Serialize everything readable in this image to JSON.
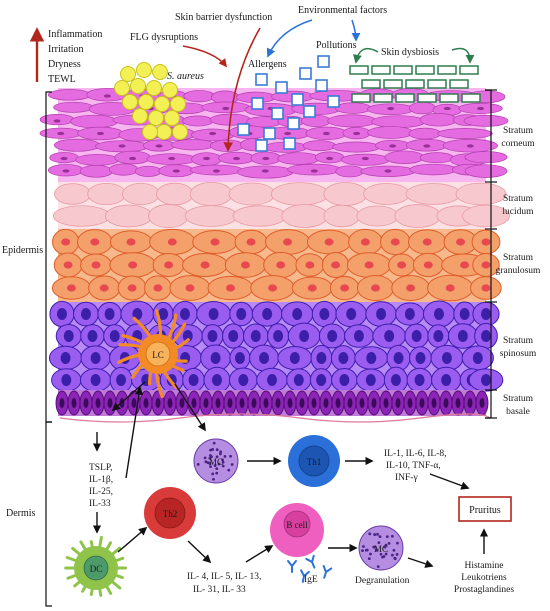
{
  "symptoms": {
    "items": [
      "Inflammation",
      "Irritation",
      "Dryness",
      "TEWL"
    ],
    "arrow_color": "#b3261e"
  },
  "top_labels": {
    "skin_barrier_dysfunction": "Skin barrier dysfunction",
    "flg_dysruptions": "FLG dysruptions",
    "environmental_factors": "Environmental factors",
    "pollutions": "Pollutions",
    "allergens": "Allergens",
    "skin_dysbiosis": "Skin dysbiosis",
    "s_aureus": "S. aureus"
  },
  "regions": {
    "epidermis": "Epidermis",
    "dermis": "Dermis"
  },
  "strata": {
    "corneum": [
      "Stratum",
      "corneum"
    ],
    "lucidum": [
      "Stratum",
      "lucidum"
    ],
    "granulosum": [
      "Stratum",
      "granulosum"
    ],
    "spinosum": [
      "Stratum",
      "spinosum"
    ],
    "basale": [
      "Stratum",
      "basale"
    ]
  },
  "cells": {
    "lc": "LC",
    "mc_top": "MC",
    "th1": "Th1",
    "th2": "Th2",
    "dc": "DC",
    "b_cell": "B cell",
    "mc_bottom": "MC"
  },
  "labels": {
    "tslp": [
      "TSLP,",
      "IL-1β,",
      "IL-25,",
      "IL-33"
    ],
    "th1_cytokines": [
      "IL-1, IL-6, IL-8,",
      "IL-10, TNF-α,",
      "INF-γ"
    ],
    "th2_cytokines": [
      "IL- 4, IL- 5, IL- 13,",
      "IL- 31, IL- 33"
    ],
    "ige": "IgE",
    "degranulation": "Degranulation",
    "mediators": [
      "Histamine",
      "Leukotriens",
      "Prostaglandines"
    ],
    "pruritus": "Pruritus"
  },
  "colors": {
    "corneum": "#e46be0",
    "corneum_nucleus": "#9a2f97",
    "lucidum": "#f7c9ce",
    "granulosum": "#f4a06a",
    "granulosum_nucleus": "#e8484f",
    "spinosum": "#9b5cf0",
    "spinosum_nucleus": "#3b1fa8",
    "basale": "#8d24b8",
    "lc": "#f28a25",
    "dc": "#8fc34a",
    "th1": "#2b6fd8",
    "th2": "#d93b3b",
    "b_cell": "#ee5fc0",
    "mc": "#a67ad8",
    "allergen_box": "#3a7bd5",
    "dysbiosis_box": "#2e7d4f",
    "s_aureus": "#f3f056",
    "pruritus_border": "#b3261e"
  }
}
